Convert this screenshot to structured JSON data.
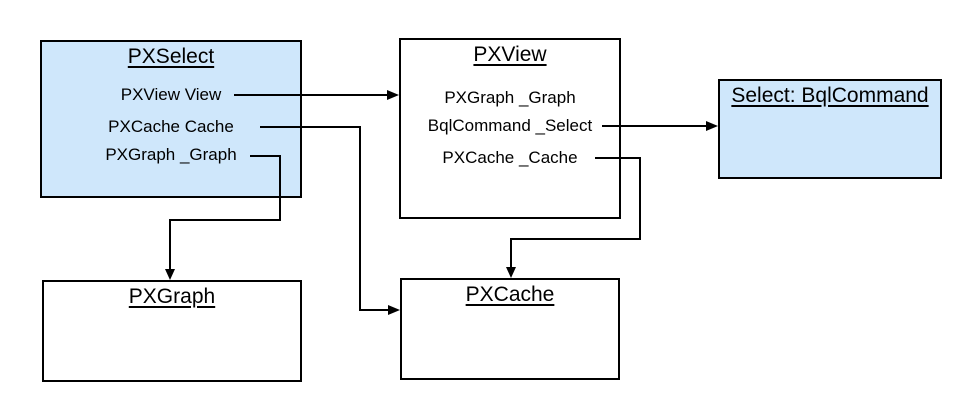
{
  "diagram": {
    "nodes": {
      "pxselect": {
        "title": "PXSelect",
        "fields": [
          "PXView View",
          "PXCache Cache",
          "PXGraph _Graph"
        ],
        "fill": "#cfe7fb"
      },
      "pxview": {
        "title": "PXView",
        "fields": [
          "PXGraph _Graph",
          "BqlCommand _Select",
          "PXCache _Cache"
        ],
        "fill": "#ffffff"
      },
      "select_bqlcommand": {
        "title": "Select: BqlCommand",
        "fields": [],
        "fill": "#cfe7fb"
      },
      "pxgraph": {
        "title": "PXGraph",
        "fields": [],
        "fill": "#ffffff"
      },
      "pxcache": {
        "title": "PXCache",
        "fields": [],
        "fill": "#ffffff"
      }
    },
    "edges": [
      {
        "from": "PXSelect : PXView View",
        "to": "PXView"
      },
      {
        "from": "PXSelect : PXCache Cache",
        "to": "PXCache"
      },
      {
        "from": "PXSelect : PXGraph _Graph",
        "to": "PXGraph"
      },
      {
        "from": "PXView : BqlCommand _Select",
        "to": "Select: BqlCommand"
      },
      {
        "from": "PXView : PXCache _Cache",
        "to": "PXCache"
      }
    ],
    "colors": {
      "highlight_fill": "#cfe7fb",
      "plain_fill": "#ffffff",
      "border": "#000000",
      "connector": "#000000",
      "text": "#000000",
      "background": "#ffffff"
    }
  }
}
